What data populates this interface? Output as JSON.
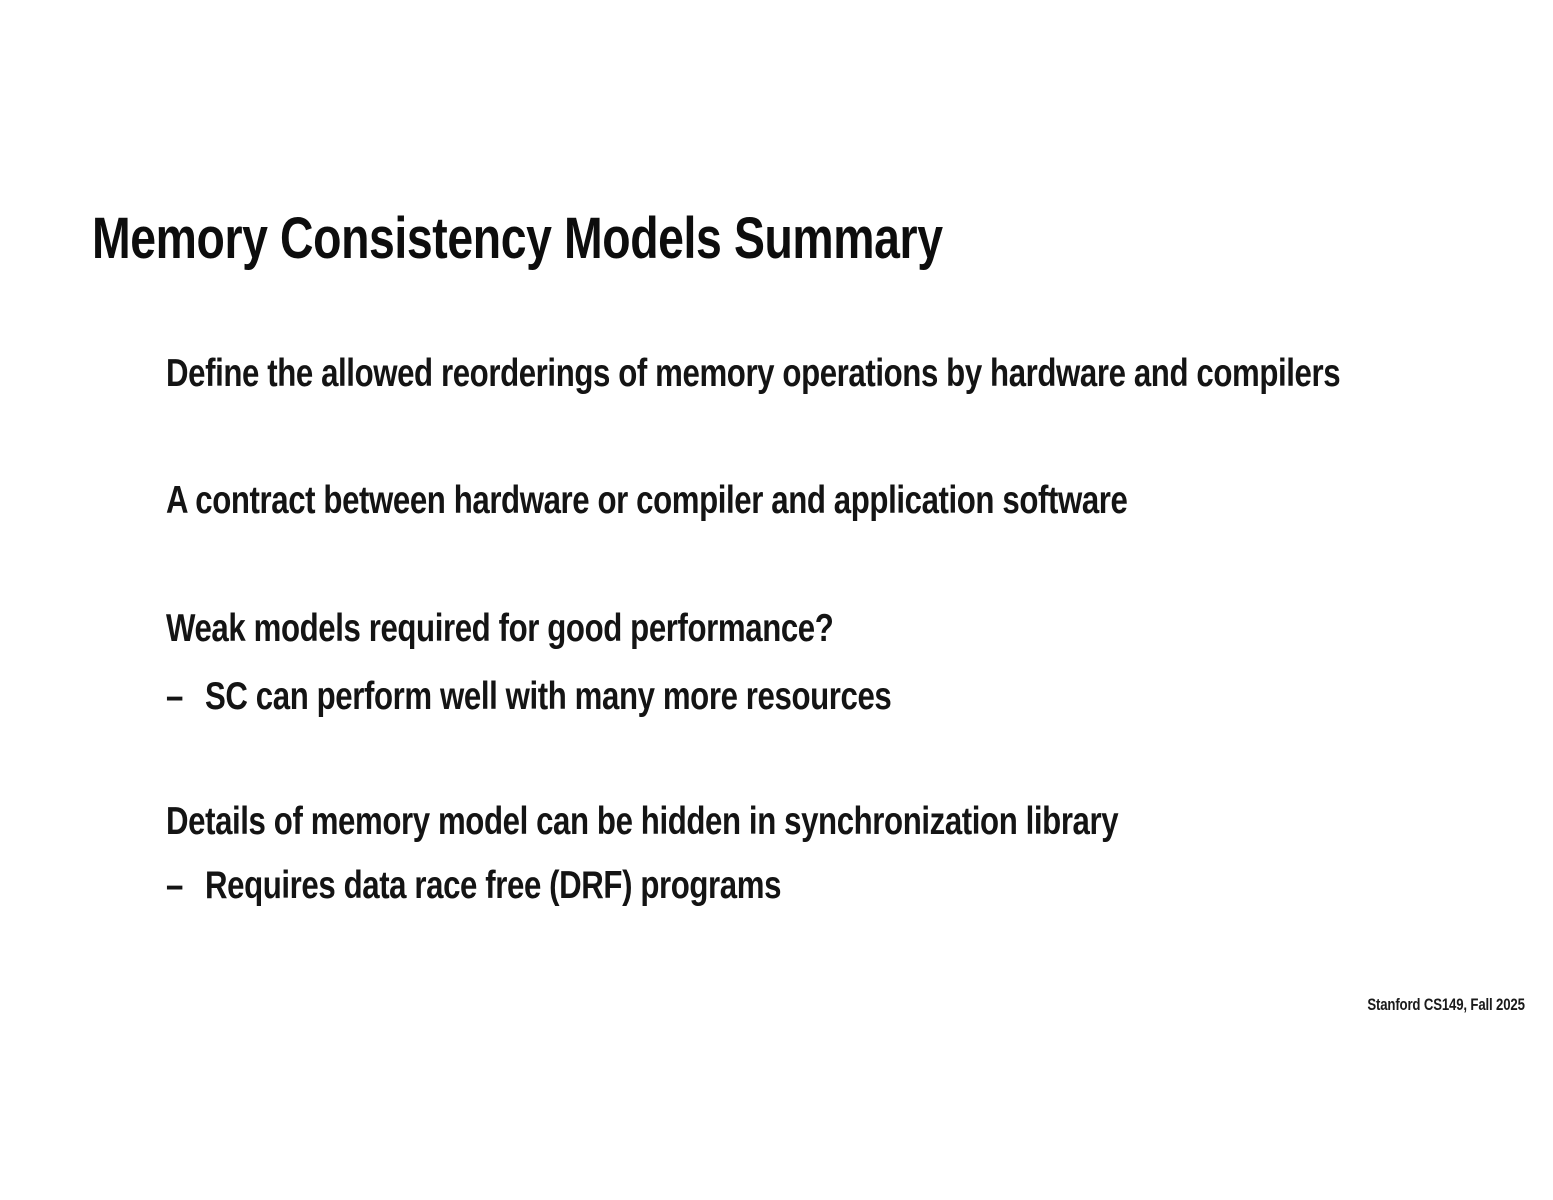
{
  "slide": {
    "title": "Memory Consistency Models Summary",
    "dash_glyph": "–",
    "bullets": [
      {
        "text": "Define the allowed reorderings of memory operations by hardware and compilers",
        "sub": []
      },
      {
        "text": "A contract between hardware or compiler and application software",
        "sub": []
      },
      {
        "text": "Weak models required for good performance?",
        "sub": [
          "SC can perform well with many more resources"
        ]
      },
      {
        "text": "Details of memory model can be hidden in synchronization library",
        "sub": [
          "Requires data race free (DRF) programs"
        ]
      }
    ],
    "footer": "Stanford CS149, Fall 2025"
  }
}
